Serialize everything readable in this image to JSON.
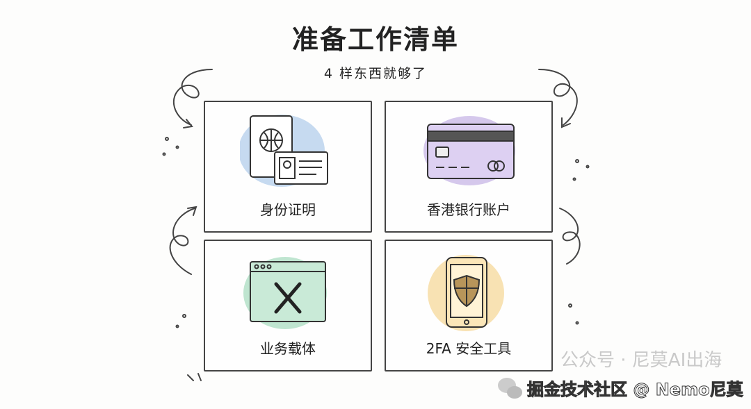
{
  "header": {
    "title": "准备工作清单",
    "subtitle": "4 样东西就够了"
  },
  "cards": [
    {
      "label": "身份证明",
      "icon": "passport-id-card-icon",
      "color": "#aecbea"
    },
    {
      "label": "香港银行账户",
      "icon": "bank-card-icon",
      "color": "#c7b5e6"
    },
    {
      "label": "业务载体",
      "icon": "x-browser-window-icon",
      "color": "#a9dcc0"
    },
    {
      "label": "2FA 安全工具",
      "icon": "phone-shield-icon",
      "color": "#f6d89a"
    }
  ],
  "watermark": {
    "line1": "公众号 · 尼莫AI出海",
    "line2": "掘金技术社区 @ Nemo尼莫"
  }
}
